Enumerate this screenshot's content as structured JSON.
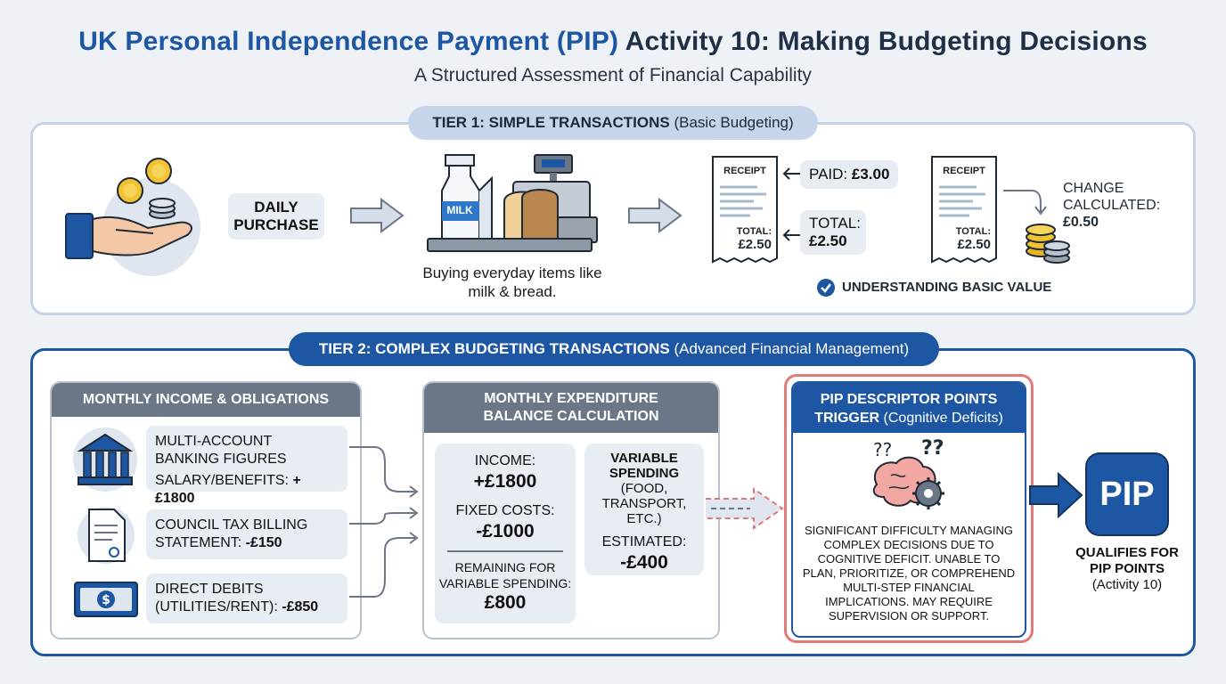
{
  "header": {
    "title_part1": "UK Personal Independence Payment (PIP)",
    "title_part2": "Activity 10: Making Budgeting Decisions",
    "subtitle": "A Structured Assessment of Financial Capability"
  },
  "tier1": {
    "pill_strong": "TIER 1: SIMPLE TRANSACTIONS",
    "pill_rest": "(Basic Budgeting)",
    "daily_purchase": "DAILY PURCHASE",
    "caption": "Buying everyday items like milk & bread.",
    "milk_label": "MILK",
    "receipt_label": "RECEIPT",
    "receipt_total_label": "TOTAL:",
    "receipt_total_value": "£2.50",
    "paid_label": "PAID:",
    "paid_value": "£3.00",
    "total_label": "TOTAL:",
    "total_value": "£2.50",
    "change_label": "CHANGE CALCULATED:",
    "change_value": "£0.50",
    "understanding": "UNDERSTANDING BASIC VALUE"
  },
  "tier2": {
    "pill_strong": "TIER 2: COMPLEX BUDGETING TRANSACTIONS",
    "pill_rest": "(Advanced Financial Management)",
    "income_box": {
      "header": "MONTHLY INCOME & OBLIGATIONS",
      "banking_line1": "MULTI-ACCOUNT",
      "banking_line2": "BANKING FIGURES",
      "salary_label": "SALARY/BENEFITS:",
      "salary_value": "+£1800",
      "council_line1": "COUNCIL TAX BILLING",
      "council_label": "STATEMENT:",
      "council_value": "-£150",
      "debits_line1": "DIRECT DEBITS",
      "debits_label": "(UTILITIES/RENT):",
      "debits_value": "-£850"
    },
    "expenditure_box": {
      "header_line1": "MONTHLY EXPENDITURE",
      "header_line2": "BALANCE CALCULATION",
      "income_label": "INCOME:",
      "income_value": "+£1800",
      "fixed_label": "FIXED COSTS:",
      "fixed_value": "-£1000",
      "remaining_line1": "REMAINING FOR",
      "remaining_line2": "VARIABLE SPENDING:",
      "remaining_value": "£800",
      "variable_line1": "VARIABLE",
      "variable_line2": "SPENDING",
      "variable_line3": "(FOOD,",
      "variable_line4": "TRANSPORT,",
      "variable_line5": "ETC.)",
      "estimated_label": "ESTIMATED:",
      "estimated_value": "-£400"
    },
    "pip_box": {
      "header_strong": "PIP DESCRIPTOR POINTS",
      "header_strong2": "TRIGGER",
      "header_rest": "(Cognitive Deficits)",
      "body": "Significant difficulty managing complex decisions due to cognitive deficit. Unable to plan, prioritize, or comprehend multi-step financial implications. May require supervision or support."
    },
    "pip_logo": "PIP",
    "qualifies_line1": "QUALIFIES FOR",
    "qualifies_line2": "PIP POINTS",
    "qualifies_line3": "(Activity 10)"
  },
  "colors": {
    "primary_blue": "#1d56a3",
    "panel_border": "#c6d3e4",
    "grey_header": "#6b7686",
    "alert_red": "#e07a7a"
  }
}
